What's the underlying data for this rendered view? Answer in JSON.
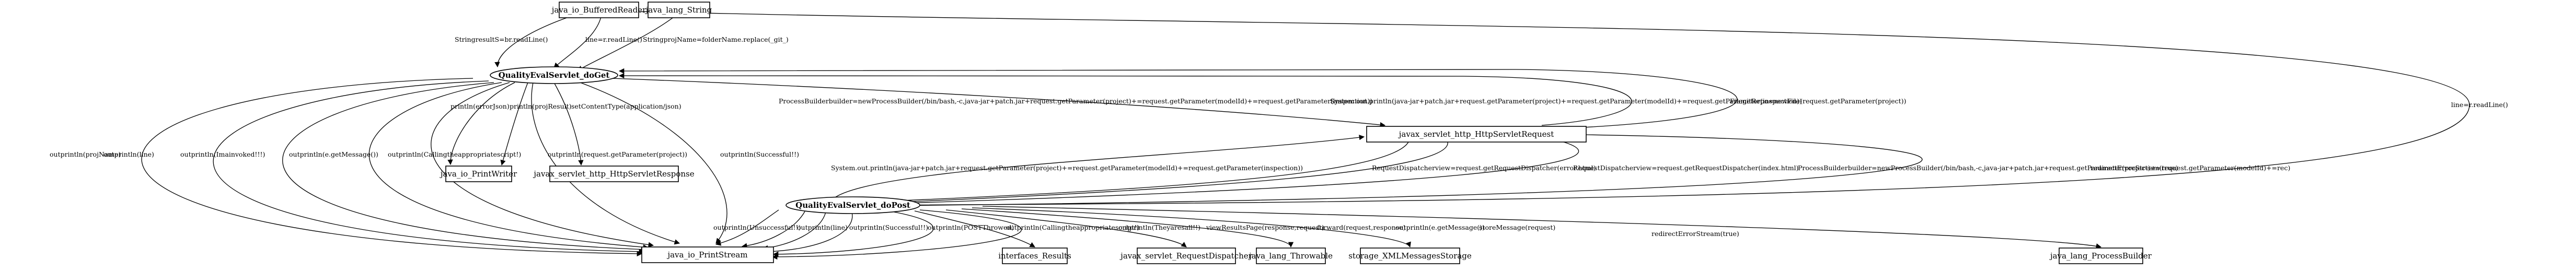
{
  "nodes": {
    "buffered_reader": "java_io_BufferedReader",
    "lang_string": "java_lang_String",
    "do_get": "QualityEvalServlet_doGet",
    "print_writer": "java_io_PrintWriter",
    "http_response": "javax_servlet_http_HttpServletResponse",
    "http_request": "javax_servlet_http_HttpServletRequest",
    "do_post": "QualityEvalServlet_doPost",
    "print_stream": "java_io_PrintStream",
    "interfaces_results": "interfaces_Results",
    "request_dispatcher": "javax_servlet_RequestDispatcher",
    "lang_throwable": "java_lang_Throwable",
    "storage_xml": "storage_XMLMessagesStorage",
    "process_builder": "java_lang_ProcessBuilder"
  },
  "edges": {
    "e_br_get_readline": "StringresultS=br.readLine()",
    "e_br_get_line": "line=r.readLine()",
    "e_str_get_replace": "StringprojName=folderName.replace(_git_)",
    "e_get_pw_error": "println(errorJson)",
    "e_get_pw_result": "println(projResult)",
    "e_get_resp_content": "setContentType(application/json)",
    "e_get_req_pb": "ProcessBuilderbuilder=newProcessBuilder(/bin/bash,-c,java-jar+patch.jar+request.getParameter(project)+=request.getParameter(modelId)+=request.getParameter(inspection))",
    "e_get_req_sysout": "System.out.println(java-jar+patch.jar+request.getParameter(project)+=request.getParameter(modelId)+=request.getParameter(inspection))",
    "e_get_req_filegit": "FilegitRepo=newFile(request.getParameter(project))",
    "e_get_post_readline": "line=r.readLine()",
    "e_get_ps_projname": "outprintln(projName)",
    "e_get_ps_line": "outprintln(line)",
    "e_get_ps_invoked": "outprintln(Imainvoked!!!)",
    "e_get_ps_getmsg": "outprintln(e.getMessage())",
    "e_get_ps_calling": "outprintln(Callingtheappropriatescript!)",
    "e_get_ps_project": "outprintln(request.getParameter(project))",
    "e_get_ps_success": "outprintln(Successful!!)",
    "e_post_req_sysout": "System.out.println(java-jar+patch.jar+request.getParameter(project)+=request.getParameter(modelId)+=request.getParameter(inspection))",
    "e_req_post_rd_error": "RequestDispatcherview=request.getRequestDispatcher(error.html)",
    "e_req_post_rd_index": "RequestDispatcherview=request.getRequestDispatcher(index.html)",
    "e_req_post_pb": "ProcessBuilderbuilder=newProcessBuilder(/bin/bash,-c,java-jar+patch.jar+request.getParameter(project)+=request.getParameter(modelId)+=rec)",
    "e_req_post_redirect": "redirectErrorStream(true)",
    "e_post_ps_unsuccess": "outprintln(Unsuccessful!!)",
    "e_post_ps_line": "outprintln(line)",
    "e_post_ps_success": "outprintln(Successful!!)",
    "e_post_ps_throwed": "outprintln(POSTThrowed)",
    "e_post_ps_calling": "outprintln(Callingtheappropriatescript!)",
    "e_post_ps_theyaresall": "outprintln(Theyaresall!!)",
    "e_post_results": "viewResultsPage(response,request)",
    "e_post_dispatcher": "forward(request,response)",
    "e_post_ps_getmsg": "outprintln(e.getMessage())",
    "e_post_storage": "storeMessage(request)",
    "e_post_pb": "redirectErrorStream(true)"
  }
}
